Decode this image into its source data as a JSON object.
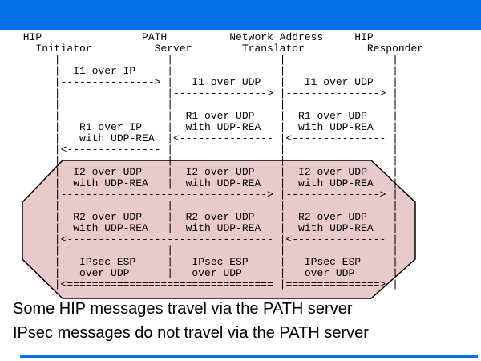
{
  "slide": {
    "title_bar_text": ""
  },
  "colors": {
    "header_bar": "#0570e8",
    "octagon_fill": "#e8caca",
    "octagon_border": "#000000",
    "divider": "#0570e8",
    "text": "#000000"
  },
  "diagram": {
    "participants": [
      "HIP Initiator",
      "PATH Server",
      "Network Address Translator",
      "HIP Responder"
    ],
    "messages": [
      "I1 over IP",
      "I1 over UDP",
      "R1 over IP with UDP-REA",
      "R1 over UDP with UDP-REA",
      "I2 over UDP with UDP-REA",
      "R2 over UDP with UDP-REA",
      "IPsec ESP over UDP"
    ],
    "lines": [
      " HIP                PATH          Network Address     HIP",
      "   Initiator          Server        Translator          Responder",
      "      |                 |                 |                 |",
      "      |  I1 over IP     |                 |                 |",
      "      |---------------> |   I1 over UDP   |   I1 over UDP   |",
      "      |                 |---------------> |---------------> |",
      "      |                 |                 |                 |",
      "      |                 |  R1 over UDP    |  R1 over UDP    |",
      "      |   R1 over IP    |  with UDP-REA   |  with UDP-REA   |",
      "      |   with UDP-REA  |<--------------- |<--------------- |",
      "      |<--------------- |                 |                 |",
      "      |                 |                 |                 |",
      "      |  I2 over UDP    |  I2 over UDP    |  I2 over UDP    |",
      "      |  with UDP-REA   |  with UDP-REA   |  with UDP-REA   |",
      "      |---------------------------------> |---------------> |",
      "      |                 |                 |                 |",
      "      |  R2 over UDP    |  R2 over UDP    |  R2 over UDP    |",
      "      |  with UDP-REA   |  with UDP-REA   |  with UDP-REA   |",
      "      |<--------------------------------- |<--------------- |",
      "      |                 |                 |                 |",
      "      |   IPsec ESP     |   IPsec ESP     |   IPsec ESP     |",
      "      |   over UDP      |   over UDP      |   over UDP      |",
      "      |<================================= |===============> |"
    ]
  },
  "captions": {
    "line1": "Some HIP messages travel via the PATH server",
    "line2": "IPsec messages do not travel via the PATH server"
  }
}
